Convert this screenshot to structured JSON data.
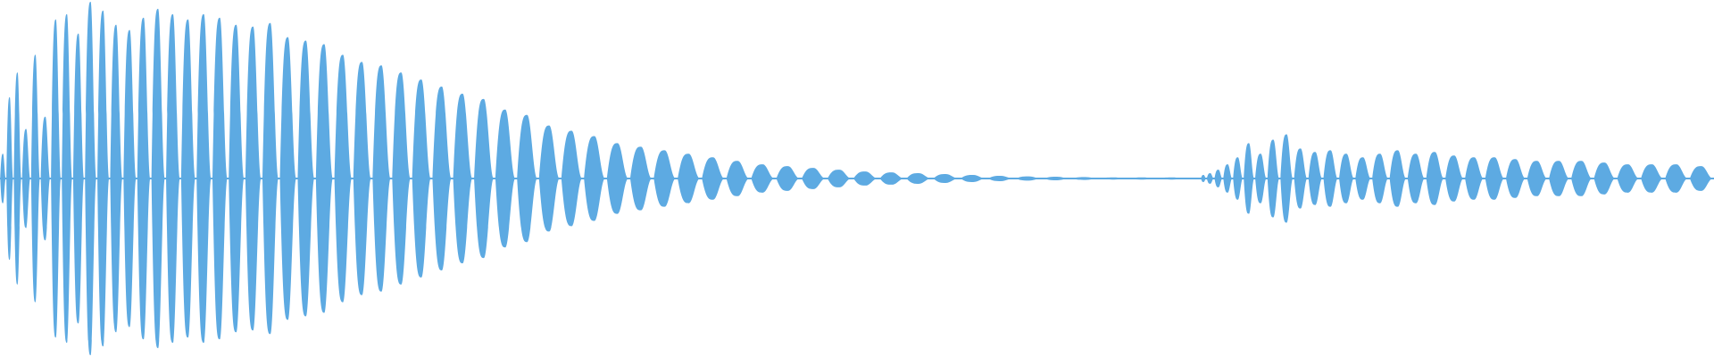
{
  "waveform": {
    "color": "#5DAAE2",
    "background": "#FFFFFF",
    "segments": [
      {
        "name": "initial-decaying-tone",
        "cycles": [
          {
            "peak": 0.14
          },
          {
            "peak": 0.46
          },
          {
            "peak": 0.6
          },
          {
            "peak": 0.28
          },
          {
            "peak": 0.7
          },
          {
            "peak": 0.35
          },
          {
            "peak": 0.9
          },
          {
            "peak": 0.93
          },
          {
            "peak": 0.82
          },
          {
            "peak": 1.0
          },
          {
            "peak": 0.95
          },
          {
            "peak": 0.87
          },
          {
            "peak": 0.84
          },
          {
            "peak": 0.91
          },
          {
            "peak": 0.96
          },
          {
            "peak": 0.93
          },
          {
            "peak": 0.9
          },
          {
            "peak": 0.93
          },
          {
            "peak": 0.91
          },
          {
            "peak": 0.87
          },
          {
            "peak": 0.86
          },
          {
            "peak": 0.88
          },
          {
            "peak": 0.8
          },
          {
            "peak": 0.78
          },
          {
            "peak": 0.76
          },
          {
            "peak": 0.7
          },
          {
            "peak": 0.66
          },
          {
            "peak": 0.64
          },
          {
            "peak": 0.6
          },
          {
            "peak": 0.56
          },
          {
            "peak": 0.52
          },
          {
            "peak": 0.48
          },
          {
            "peak": 0.45
          },
          {
            "peak": 0.39
          },
          {
            "peak": 0.36
          },
          {
            "peak": 0.3
          },
          {
            "peak": 0.27
          },
          {
            "peak": 0.24
          },
          {
            "peak": 0.2
          },
          {
            "peak": 0.18
          },
          {
            "peak": 0.16
          },
          {
            "peak": 0.14
          },
          {
            "peak": 0.12
          },
          {
            "peak": 0.1
          },
          {
            "peak": 0.08
          },
          {
            "peak": 0.07
          },
          {
            "peak": 0.06
          },
          {
            "peak": 0.05
          },
          {
            "peak": 0.04
          },
          {
            "peak": 0.035
          },
          {
            "peak": 0.03
          },
          {
            "peak": 0.025
          },
          {
            "peak": 0.02
          },
          {
            "peak": 0.015
          },
          {
            "peak": 0.012
          },
          {
            "peak": 0.01
          },
          {
            "peak": 0.008
          },
          {
            "peak": 0.006
          },
          {
            "peak": 0.005
          },
          {
            "peak": 0.004
          }
        ]
      },
      {
        "name": "second-onset-tone",
        "cycles": [
          {
            "peak": 0.02
          },
          {
            "peak": 0.03
          },
          {
            "peak": 0.05
          },
          {
            "peak": 0.08
          },
          {
            "peak": 0.12
          },
          {
            "peak": 0.2
          },
          {
            "peak": 0.14
          },
          {
            "peak": 0.22
          },
          {
            "peak": 0.25
          },
          {
            "peak": 0.17
          },
          {
            "peak": 0.15
          },
          {
            "peak": 0.16
          },
          {
            "peak": 0.14
          },
          {
            "peak": 0.12
          },
          {
            "peak": 0.14
          },
          {
            "peak": 0.16
          },
          {
            "peak": 0.14
          },
          {
            "peak": 0.15
          },
          {
            "peak": 0.13
          },
          {
            "peak": 0.12
          },
          {
            "peak": 0.12
          },
          {
            "peak": 0.11
          },
          {
            "peak": 0.1
          },
          {
            "peak": 0.1
          },
          {
            "peak": 0.1
          },
          {
            "peak": 0.09
          },
          {
            "peak": 0.08
          },
          {
            "peak": 0.08
          },
          {
            "peak": 0.08
          },
          {
            "peak": 0.07
          }
        ]
      }
    ]
  }
}
